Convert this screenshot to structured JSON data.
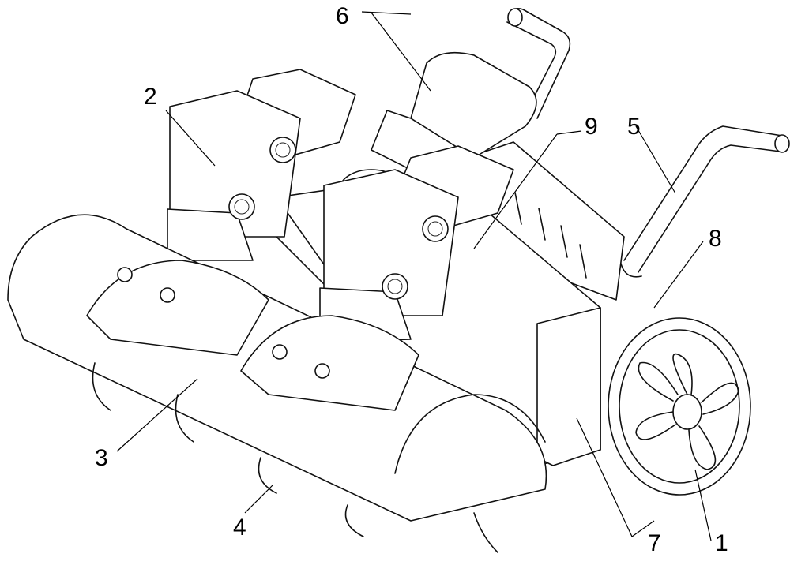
{
  "figure": {
    "labels": [
      {
        "id": "1",
        "text": "1"
      },
      {
        "id": "2",
        "text": "2"
      },
      {
        "id": "3",
        "text": "3"
      },
      {
        "id": "4",
        "text": "4"
      },
      {
        "id": "5",
        "text": "5"
      },
      {
        "id": "6",
        "text": "6"
      },
      {
        "id": "7",
        "text": "7"
      },
      {
        "id": "8",
        "text": "8"
      },
      {
        "id": "9",
        "text": "9"
      }
    ],
    "colors": {
      "line": "#111111",
      "background": "#ffffff"
    }
  }
}
